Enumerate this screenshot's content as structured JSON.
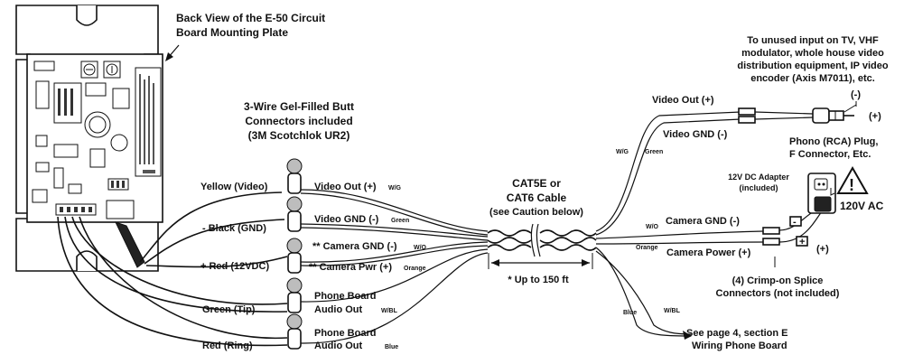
{
  "header": {
    "line1": "Back View of the E-50 Circuit",
    "line2": "Board Mounting Plate"
  },
  "connectors_note": {
    "line1": "3-Wire Gel-Filled Butt",
    "line2": "Connectors included",
    "line3": "(3M Scotchlok UR2)"
  },
  "board_wires": {
    "yellow": "Yellow (Video)",
    "black": "- Black (GND)",
    "red": "+ Red (12VDC)",
    "green": "Green (Tip)",
    "red_ring": "Red (Ring)"
  },
  "connector_labels": {
    "video_out": "Video Out (+)",
    "video_out_code": "W/G",
    "video_gnd": "Video GND (-)",
    "video_gnd_code": "Green",
    "cam_gnd": "** Camera GND (-)",
    "cam_gnd_code": "W/O",
    "cam_pwr": "** Camera Pwr (+)",
    "cam_pwr_code": "Orange",
    "phone1_line1": "Phone Board",
    "phone1_line2": "Audio Out",
    "phone1_code": "W/BL",
    "phone2_line1": "Phone Board",
    "phone2_line2": "Audio Out",
    "phone2_code": "Blue"
  },
  "cable": {
    "line1": "CAT5E or",
    "line2": "CAT6 Cable",
    "line3": "(see Caution below)",
    "distance": "* Up to 150 ft"
  },
  "tv_note": {
    "line1": "To unused input on TV, VHF",
    "line2": "modulator, whole house video",
    "line3": "distribution equipment, IP video",
    "line4": "encoder (Axis M7011), etc."
  },
  "right_labels": {
    "video_out": "Video Out (+)",
    "video_gnd": "Video GND (-)",
    "wg": "W/G",
    "green": "Green",
    "minus": "(-)",
    "plus": "(+)",
    "phono1": "Phono (RCA) Plug,",
    "phono2": "F Connector, Etc.",
    "adapter1": "12V DC Adapter",
    "adapter2": "(included)",
    "ac": "120V AC",
    "wo": "W/O",
    "orange": "Orange",
    "cam_gnd": "Camera GND (-)",
    "cam_power": "Camera Power (+)",
    "minus2": "-",
    "plus2": "+",
    "plus3": "(+)",
    "splice1": "(4) Crimp-on Splice",
    "splice2": "Connectors (not included)",
    "blue": "Blue",
    "wbl": "W/BL",
    "page1": "See page 4, section E",
    "page2": "Wiring Phone Board"
  }
}
